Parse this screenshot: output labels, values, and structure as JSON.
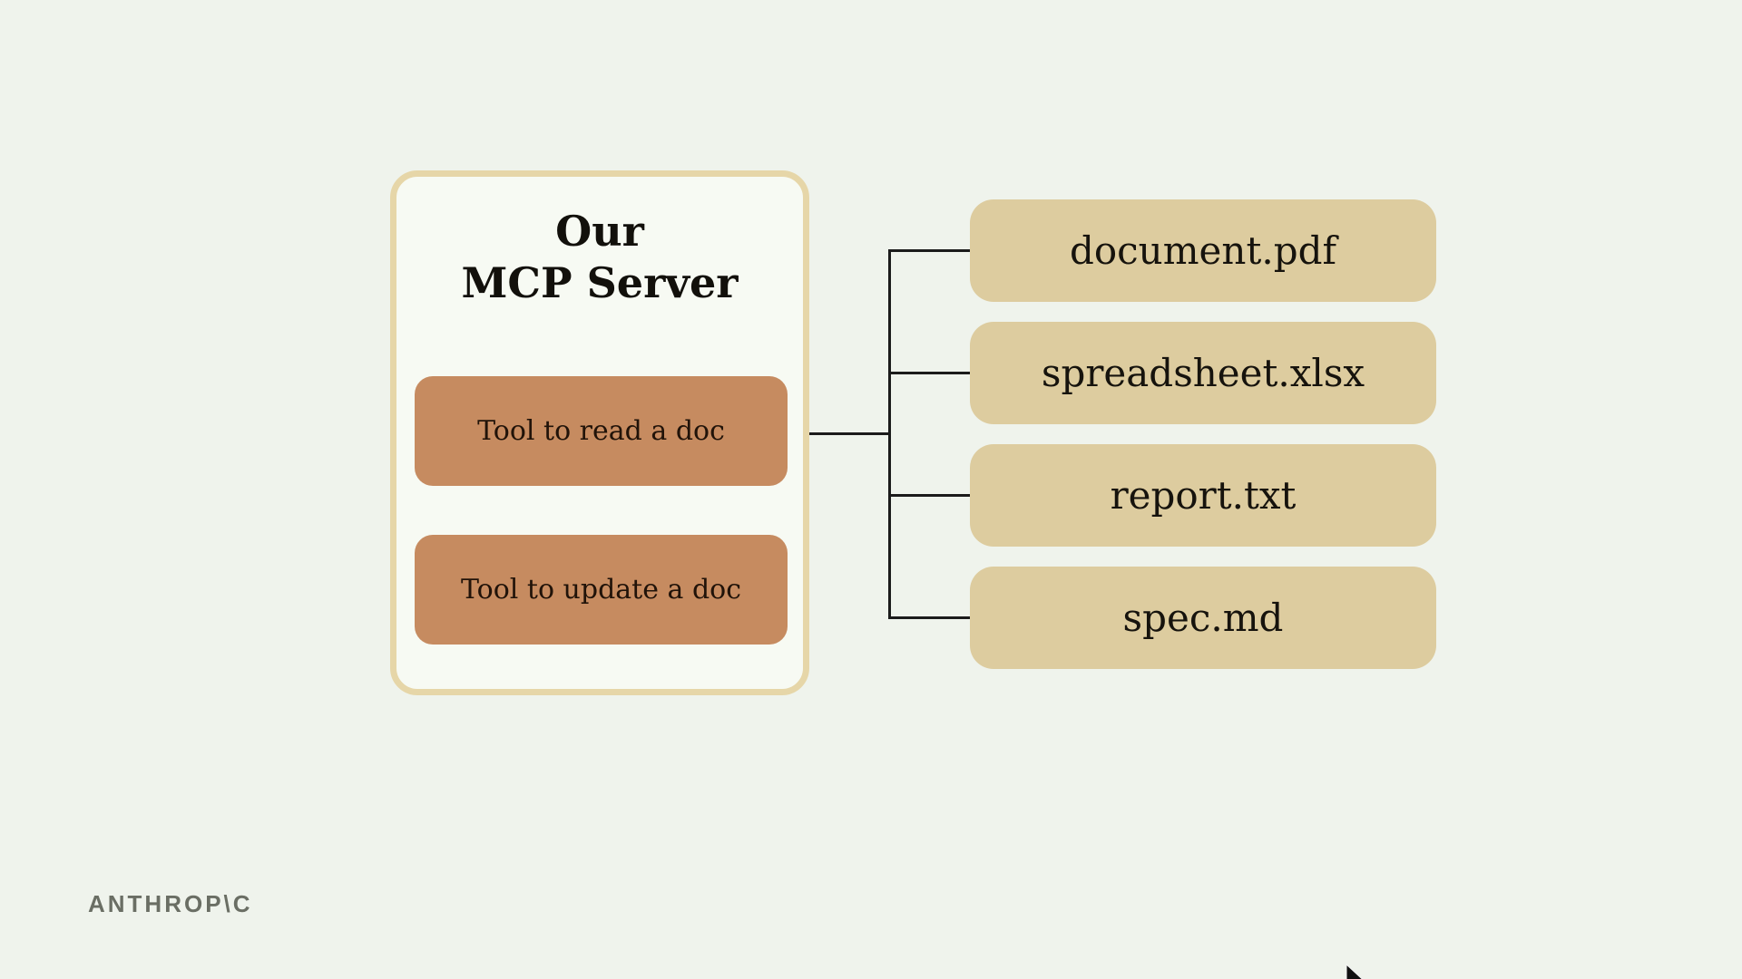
{
  "diagram": {
    "server": {
      "title_line1": "Our",
      "title_line2": "MCP Server",
      "tools": [
        {
          "label": "Tool to read a doc"
        },
        {
          "label": "Tool to update a doc"
        }
      ]
    },
    "files": [
      {
        "label": "document.pdf"
      },
      {
        "label": "spreadsheet.xlsx"
      },
      {
        "label": "report.txt"
      },
      {
        "label": "spec.md"
      }
    ],
    "colors": {
      "background": "#eff3ec",
      "server_fill": "#f7faf3",
      "server_border": "#e6d6a8",
      "tool_fill": "#c68b60",
      "file_fill": "#ddcc9f",
      "connector_line": "#1b1b1b",
      "text_dark": "#16130d",
      "logo_gray": "#6a6e64"
    }
  },
  "branding": {
    "logo_text": "ANTHROP\\C"
  }
}
